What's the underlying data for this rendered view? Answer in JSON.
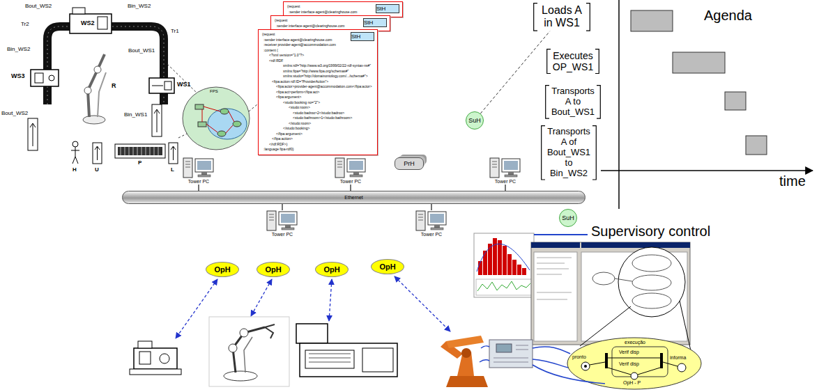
{
  "diagram": {
    "nodes": [
      {
        "text": [
          "(request",
          ":sender interface-agent@clearinghouse.com"
        ]
      },
      {
        "text": [
          "StH"
        ],
        "in": 0
      },
      {
        "text": [
          "(request",
          ":sender interface-agent@clearinghouse.com"
        ]
      },
      {
        "text": [
          "StH"
        ],
        "in": 2
      },
      {
        "text": [
          "(request",
          ":sender interface-agent@clearinghouse.com",
          ":receiver provider-agent@accommodation.com",
          ":content (",
          "<?xml version=\"1.0\"?>",
          "<rdf:RDF",
          "xmlns:rdf=\"http://www.w3.org/1999/02/22-rdf-syntax-ns#\"",
          "xmlns:fipa=\"http://www.fipa.org/schemas#\"",
          "xmlns:studo=\"http://domainontology.com/.../schema#\">",
          "<fipa:action rdf:ID=\"ProviderAction\">",
          "<fipa:actor>provider-agent@accommodation.com</fipa:actor>",
          "<fipa:act>perform</fipa:act>",
          "<fipa:argument>",
          "<studo:booking no=\"2\">",
          "<studo:room>",
          "<studo:badroo>2</studo:badroo>",
          "<studo:bathroom>1</studo:bathroom>",
          "</studo:room>",
          "</studo:booking>",
          "</fipa:argument>",
          "</fipa:action>",
          "</rdf:RDF>)",
          ":language fipa-rdf0)"
        ]
      },
      {
        "text": [
          "StH"
        ],
        "in": 4
      },
      {
        "text": [
          "PrH"
        ]
      },
      {
        "text": [
          "SuH"
        ]
      },
      {
        "text": [
          "Loads A in WS1"
        ]
      },
      {
        "text": [
          "Executes OP_WS1"
        ]
      },
      {
        "text": [
          "Transports A to Bout_WS1"
        ]
      },
      {
        "text": [
          "Transports A of Bout_WS1 to Bin_WS2"
        ]
      },
      {
        "text": [
          "Tower PC"
        ]
      },
      {
        "text": [
          "Tower PC"
        ]
      },
      {
        "text": [
          "Tower PC"
        ]
      },
      {
        "text": [
          "Tower PC"
        ]
      },
      {
        "text": [
          "Tower PC"
        ]
      },
      {
        "text": [
          "Ethernet"
        ]
      },
      {
        "text": [
          "SuH"
        ]
      },
      {
        "text": [
          "OpH"
        ]
      },
      {
        "text": [
          "OpH"
        ]
      },
      {
        "text": [
          "OpH"
        ]
      },
      {
        "text": [
          "OpH"
        ]
      }
    ],
    "edges": [
      {
        "from": 12,
        "to": 17,
        "arrow": "none"
      },
      {
        "from": 13,
        "to": 17,
        "arrow": "none"
      },
      {
        "from": 14,
        "to": 17,
        "arrow": "none"
      },
      {
        "from": 15,
        "to": 17,
        "arrow": "none"
      },
      {
        "from": 16,
        "to": 17,
        "arrow": "none"
      },
      {
        "from": 7,
        "to": 8,
        "arrow": "none"
      }
    ],
    "labels": [
      "Bout_WS2",
      "WS2",
      "Bin_WS2",
      "Tr2",
      "Tr1",
      "Bin_WS2",
      "Bout_WS1",
      "WS3",
      "WS1",
      "R",
      "Bout_WS2",
      "Bin_WS1",
      "H",
      "U",
      "P",
      "L",
      "FPS",
      "Agenda",
      "time",
      "Supervisory control",
      "execução",
      "pronto",
      "Verif disp",
      "Verif disp",
      "informa",
      "OpH - P"
    ]
  }
}
